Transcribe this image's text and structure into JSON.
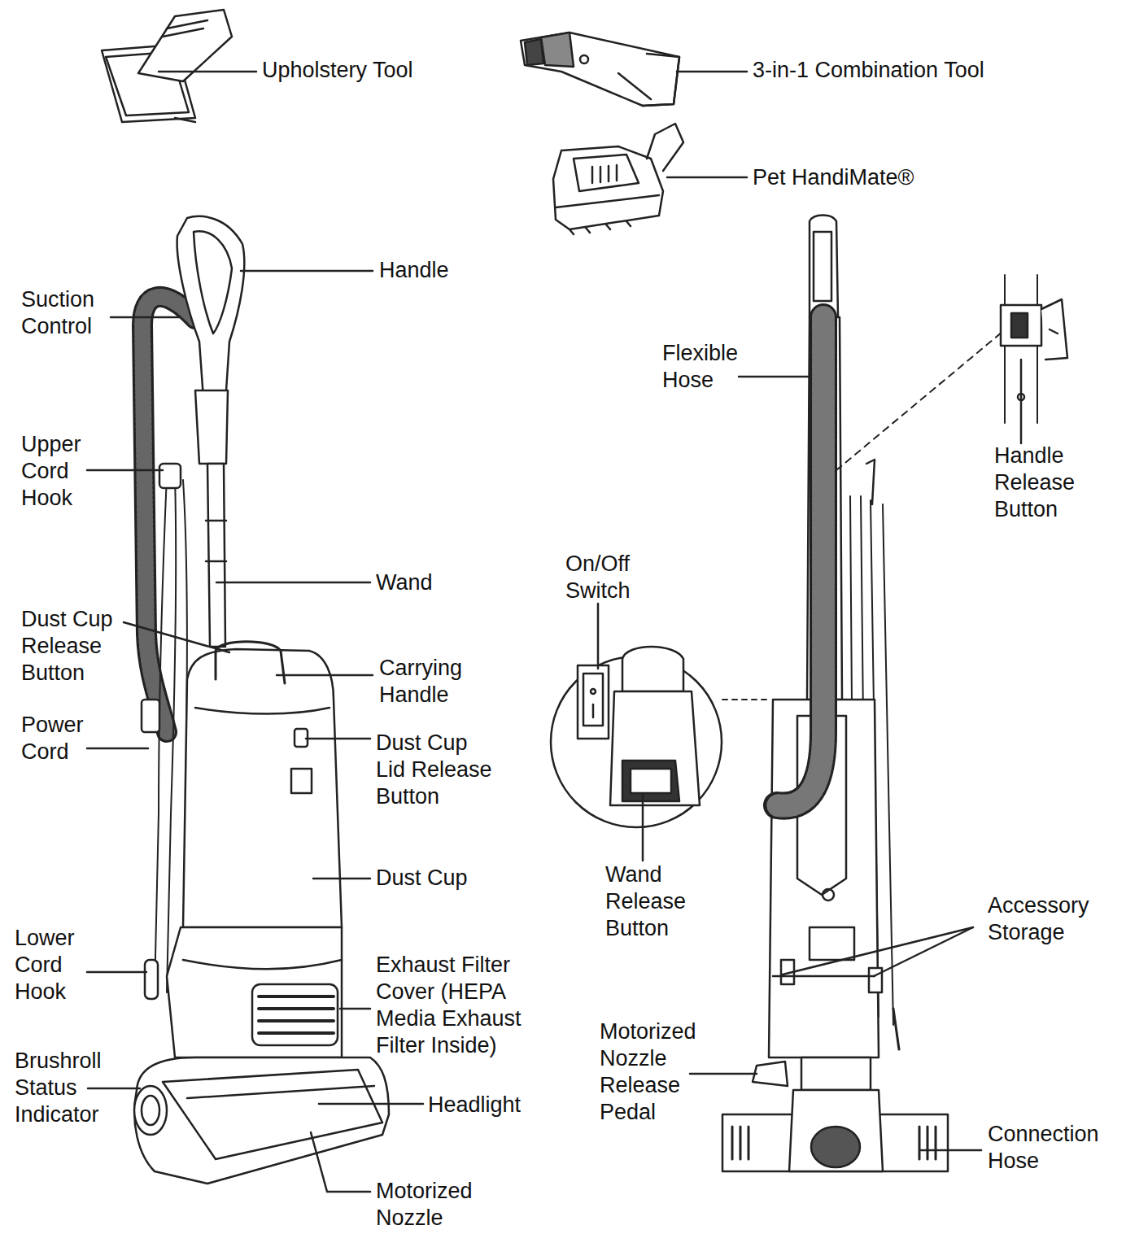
{
  "diagram": {
    "labels": [
      "Upholstery Tool",
      "3-in-1 Combination Tool",
      "Pet HandiMate®",
      "Handle",
      "Suction Control",
      "Upper Cord Hook",
      "Wand",
      "Dust Cup Release Button",
      "Carrying Handle",
      "Power Cord",
      "Dust Cup Lid Release Button",
      "Dust Cup",
      "Lower Cord Hook",
      "Exhaust Filter Cover (HEPA Media Exhaust Filter Inside)",
      "Brushroll Status Indicator",
      "Headlight",
      "Motorized Nozzle",
      "Flexible Hose",
      "Handle Release Button",
      "On/Off Switch",
      "Wand Release Button",
      "Accessory Storage",
      "Motorized Nozzle Release Pedal",
      "Connection Hose"
    ]
  }
}
